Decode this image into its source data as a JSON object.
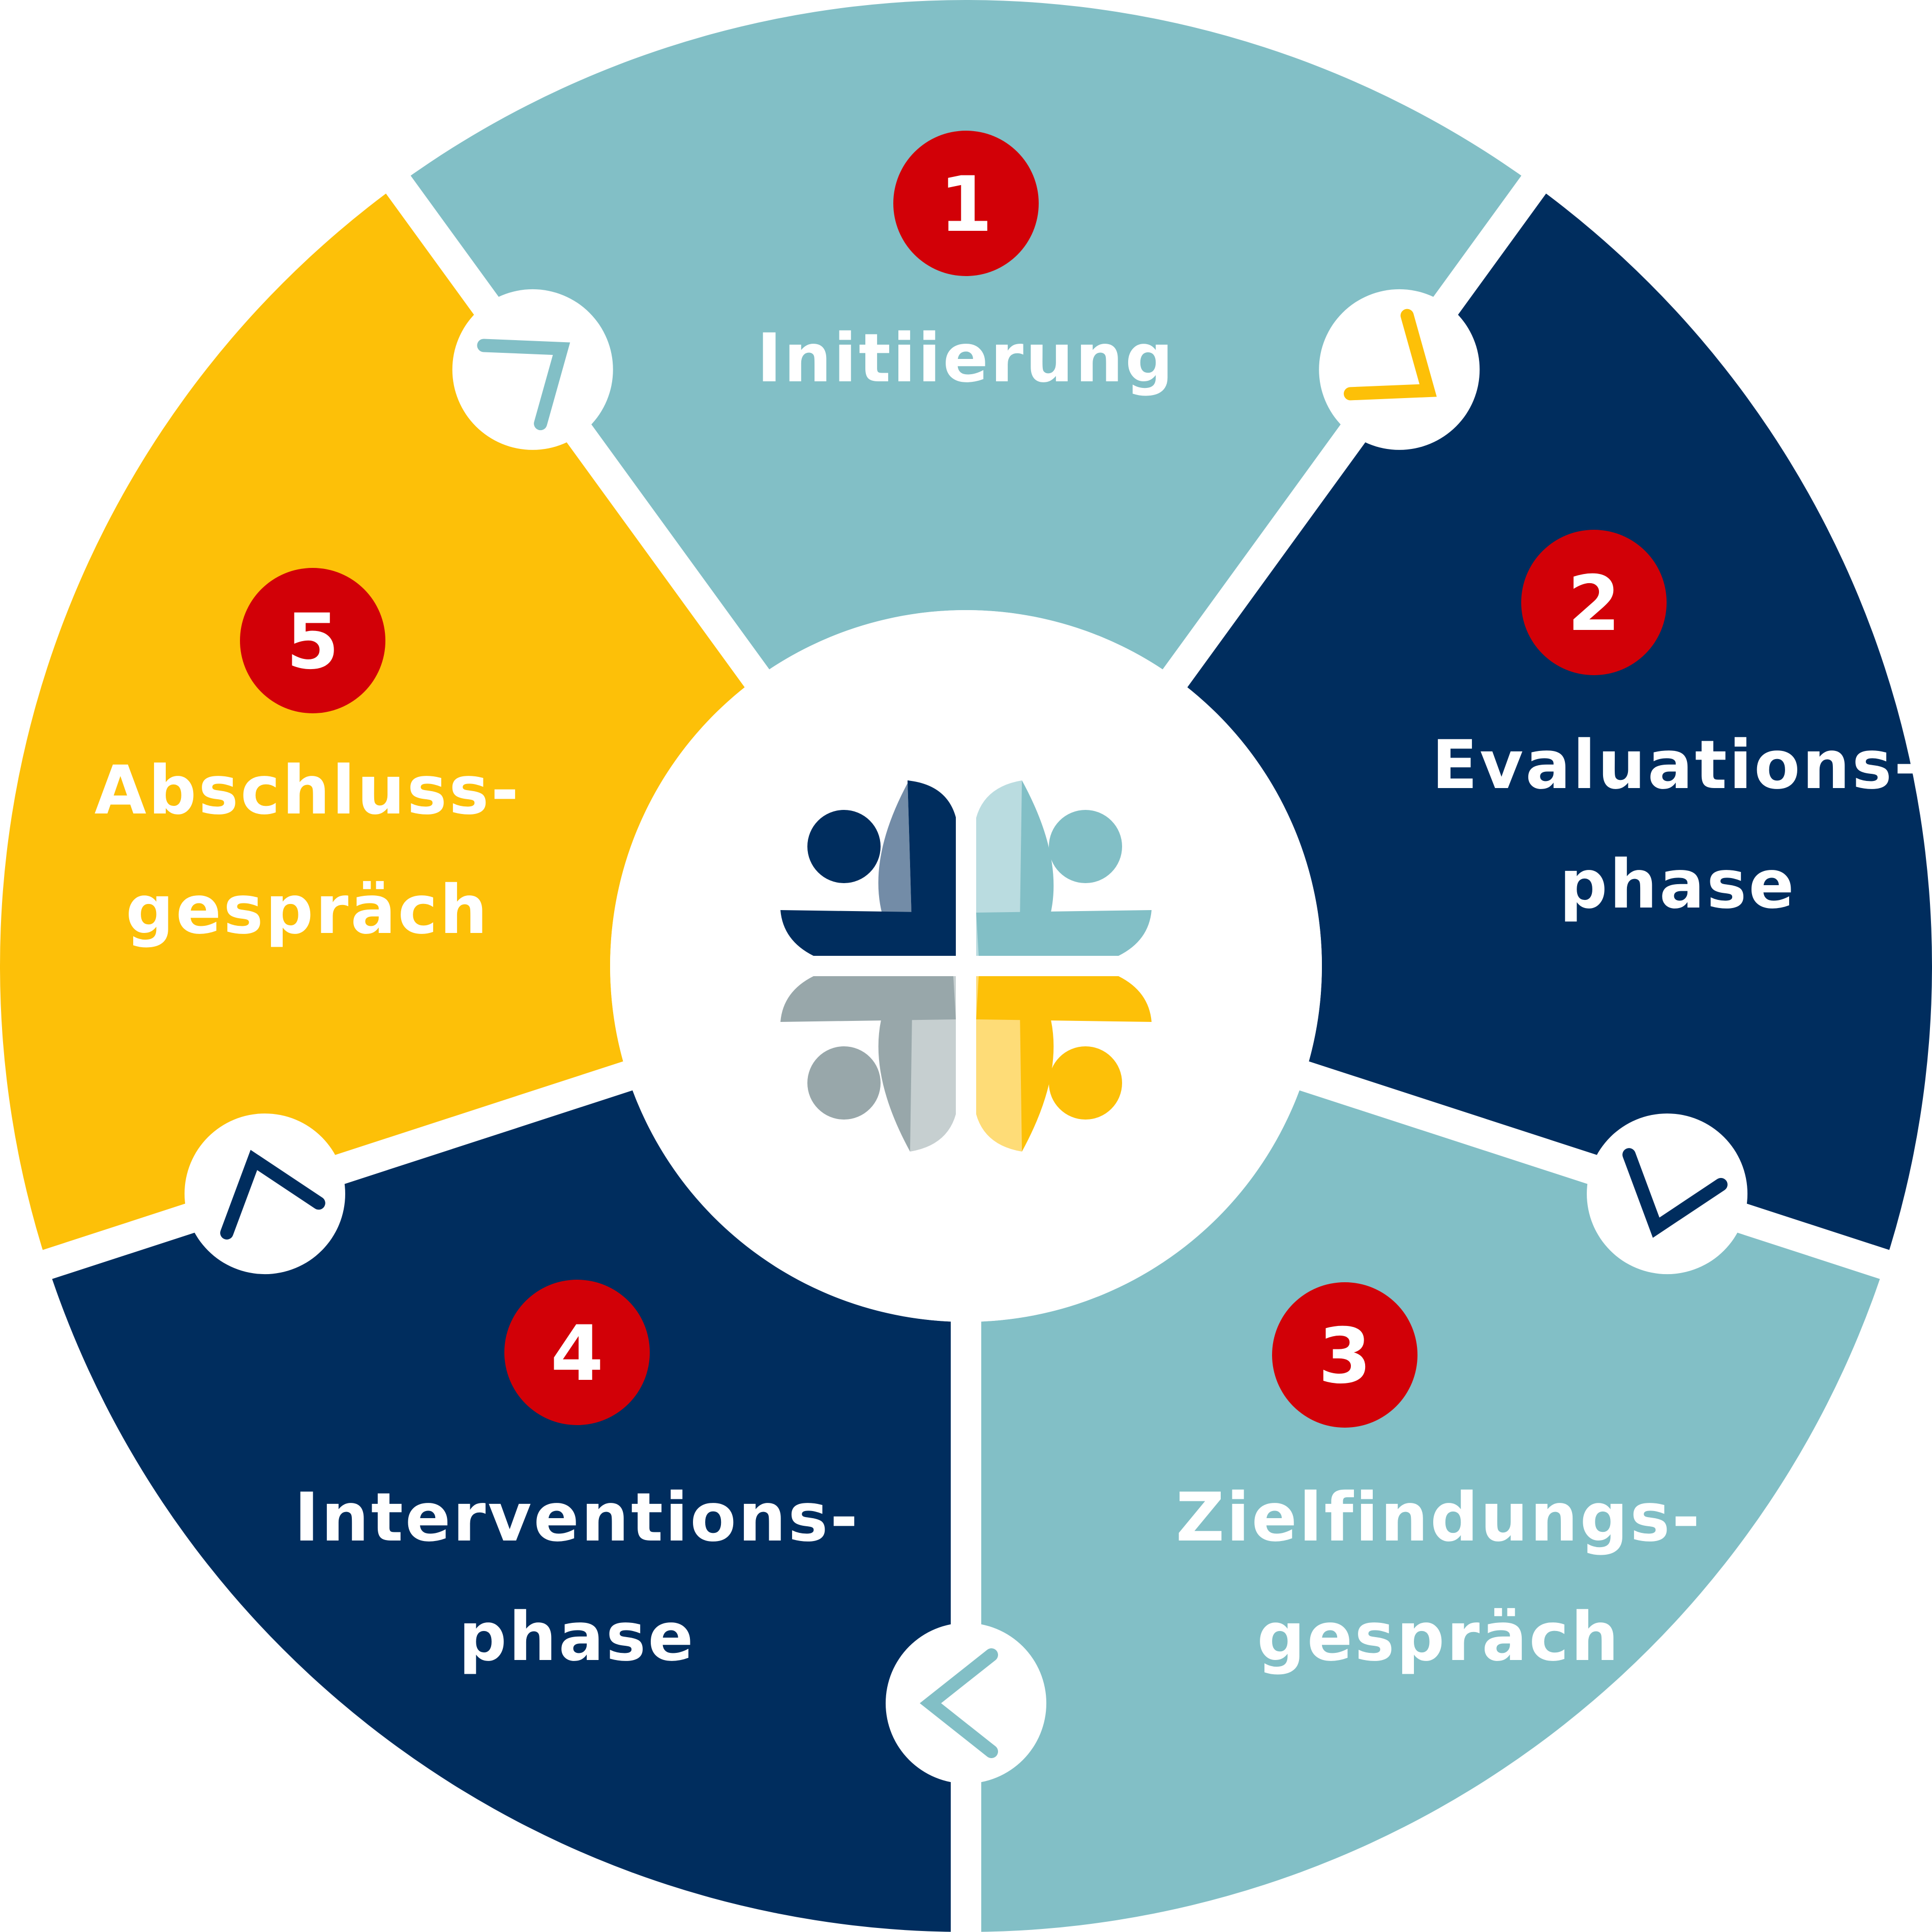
{
  "colors": {
    "teal": "#82BFC6",
    "navy": "#002D5E",
    "yellow": "#FDC008",
    "red": "#D20007",
    "white": "#FFFFFF",
    "gray": "#98A7AA"
  },
  "phases": [
    {
      "number": "1",
      "lines": [
        "Initiierung"
      ],
      "fill": "#82BFC6"
    },
    {
      "number": "2",
      "lines": [
        "Evaluations-",
        "phase"
      ],
      "fill": "#002D5E"
    },
    {
      "number": "3",
      "lines": [
        "Zielfindungs-",
        "gespräch"
      ],
      "fill": "#82BFC6"
    },
    {
      "number": "4",
      "lines": [
        "Interventions-",
        "phase"
      ],
      "fill": "#002D5E"
    },
    {
      "number": "5",
      "lines": [
        "Abschluss-",
        "gespräch"
      ],
      "fill": "#FDC008"
    }
  ],
  "arrows": [
    {
      "name": "arrow-connector-5-to-1",
      "color": "#82BFC6"
    },
    {
      "name": "arrow-connector-1-to-2",
      "color": "#FDC008"
    },
    {
      "name": "arrow-connector-2-to-3",
      "color": "#002D5E"
    },
    {
      "name": "arrow-connector-3-to-4",
      "color": "#82BFC6"
    },
    {
      "name": "arrow-connector-4-to-5",
      "color": "#002D5E"
    }
  ],
  "logo": {
    "icon": "four-people-cross-logo-icon",
    "colors": [
      "#002D5E",
      "#82BFC6",
      "#98A7AA",
      "#FDC008"
    ]
  }
}
